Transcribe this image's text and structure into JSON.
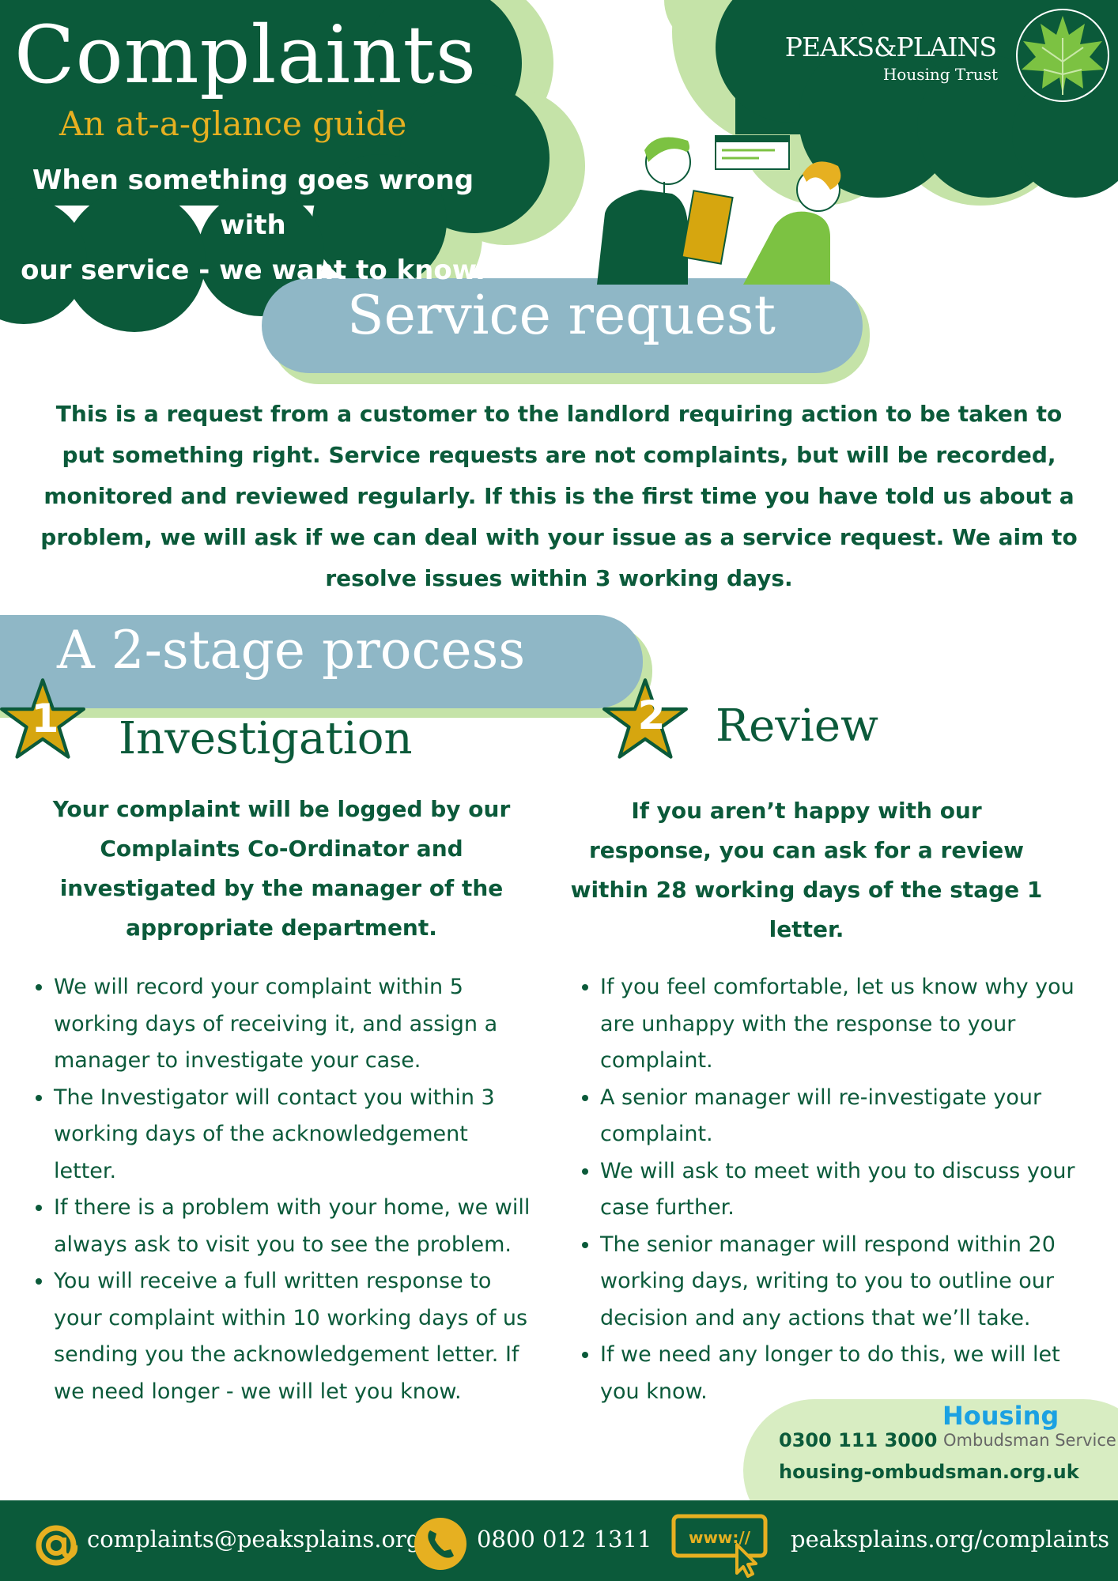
{
  "header": {
    "title": "Complaints",
    "subtitle": "An at-a-glance guide",
    "tagline": [
      "When something goes wrong with",
      "our service - we want to know."
    ]
  },
  "logo": {
    "name": "PEAKS&PLAINS",
    "sub": "Housing Trust",
    "icon": "leaf-icon"
  },
  "service_request": {
    "heading": "Service request",
    "text": "This is a request from a customer to the landlord requiring action to be taken to put something right. Service requests are not complaints, but will be recorded, monitored and reviewed regularly. If this is the first time you have told us about a problem, we will ask if we can deal with your issue as a service request. We aim to resolve issues within 3 working days."
  },
  "process": {
    "heading": "A 2-stage process",
    "stage1": {
      "number": "1",
      "title": "Investigation",
      "intro": "Your complaint will be logged by our Complaints Co-Ordinator and investigated by the manager of the appropriate department.",
      "items": [
        "We will record your complaint within 5 working days of receiving it, and assign a manager to investigate your case.",
        "The Investigator will contact you within 3 working days of the acknowledgement letter.",
        "If there is a problem with your home, we will always ask to visit you to see the problem.",
        "You will receive a full written response to your complaint within 10 working days of us sending you the acknowledgement letter. If we need longer - we will let you know."
      ]
    },
    "stage2": {
      "number": "2",
      "title": "Review",
      "intro": "If you aren’t happy with our response, you can ask for a review within 28 working days of the stage 1 letter.",
      "items": [
        "If you feel comfortable, let us know why you are unhappy with the response to your complaint.",
        "A senior manager will re-investigate your complaint.",
        "We will ask to meet with you to discuss your case further.",
        "The senior manager will respond within 20 working days, writing to you to outline our decision and any actions that we’ll take.",
        "If we need any longer to do this, we will let you know."
      ]
    }
  },
  "ombudsman": {
    "phone": "0300 111 3000",
    "url": "housing-ombudsman.org.uk",
    "logo_main": "Housing",
    "logo_sub": "Ombudsman Service"
  },
  "footer": {
    "email": "complaints@peaksplains.org",
    "phone": "0800 012 1311",
    "web_icon_text": "www://",
    "web": "peaksplains.org/complaints"
  },
  "colors": {
    "dark_green": "#0b5a3a",
    "light_green": "#c5e3a8",
    "blue_grey": "#8fb7c6",
    "gold": "#e6b021"
  }
}
